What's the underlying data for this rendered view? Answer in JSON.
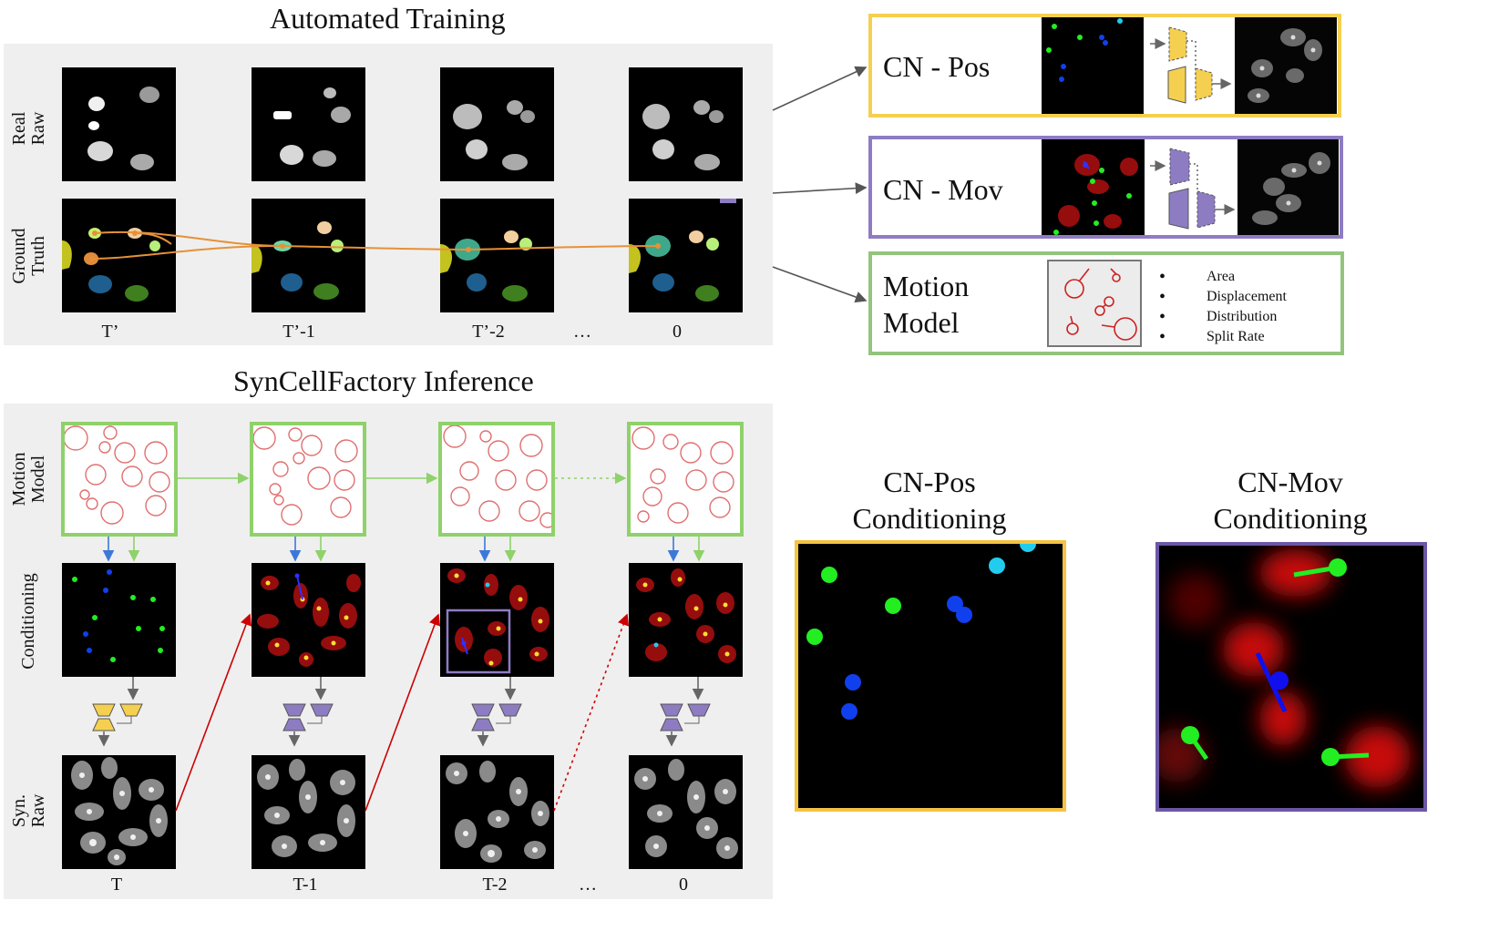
{
  "training": {
    "title": "Automated Training",
    "row_labels": [
      "Real\nRaw",
      "Ground\nTruth"
    ],
    "frame_labels": [
      "T’",
      "T’-1",
      "T’-2",
      "…",
      "0"
    ]
  },
  "inference": {
    "title": "SynCellFactory Inference",
    "row_labels": [
      "Motion\nModel",
      "Conditioning",
      "Syn.\nRaw"
    ],
    "frame_labels": [
      "T",
      "T-1",
      "T-2",
      "…",
      "0"
    ]
  },
  "boxes": {
    "cn_pos": {
      "title": "CN - Pos",
      "color": "#f5d050"
    },
    "cn_mov": {
      "title": "CN - Mov",
      "color": "#8e7cc3"
    },
    "motion": {
      "title": "Motion\nModel",
      "color": "#93c47d",
      "items": [
        "Area",
        "Displacement",
        "Distribution",
        "Split Rate"
      ]
    }
  },
  "conditioning": {
    "pos": {
      "title": "CN-Pos\nConditioning",
      "color": "#f5c342"
    },
    "mov": {
      "title": "CN-Mov\nConditioning",
      "color": "#6b57a5"
    }
  },
  "colors": {
    "motion_frame": "#8fd16a",
    "circle": "#e07070",
    "blue_arrow": "#3d78d8",
    "green_arrow": "#8fd16a",
    "red_arrow": "#cc0000",
    "green_dot": "#22ee22",
    "blue_dot": "#1040ee",
    "cyan_dot": "#22ccee",
    "unet_yellow": "#f5d050",
    "unet_purple": "#8e7cc3",
    "orange_track": "#e69138"
  }
}
